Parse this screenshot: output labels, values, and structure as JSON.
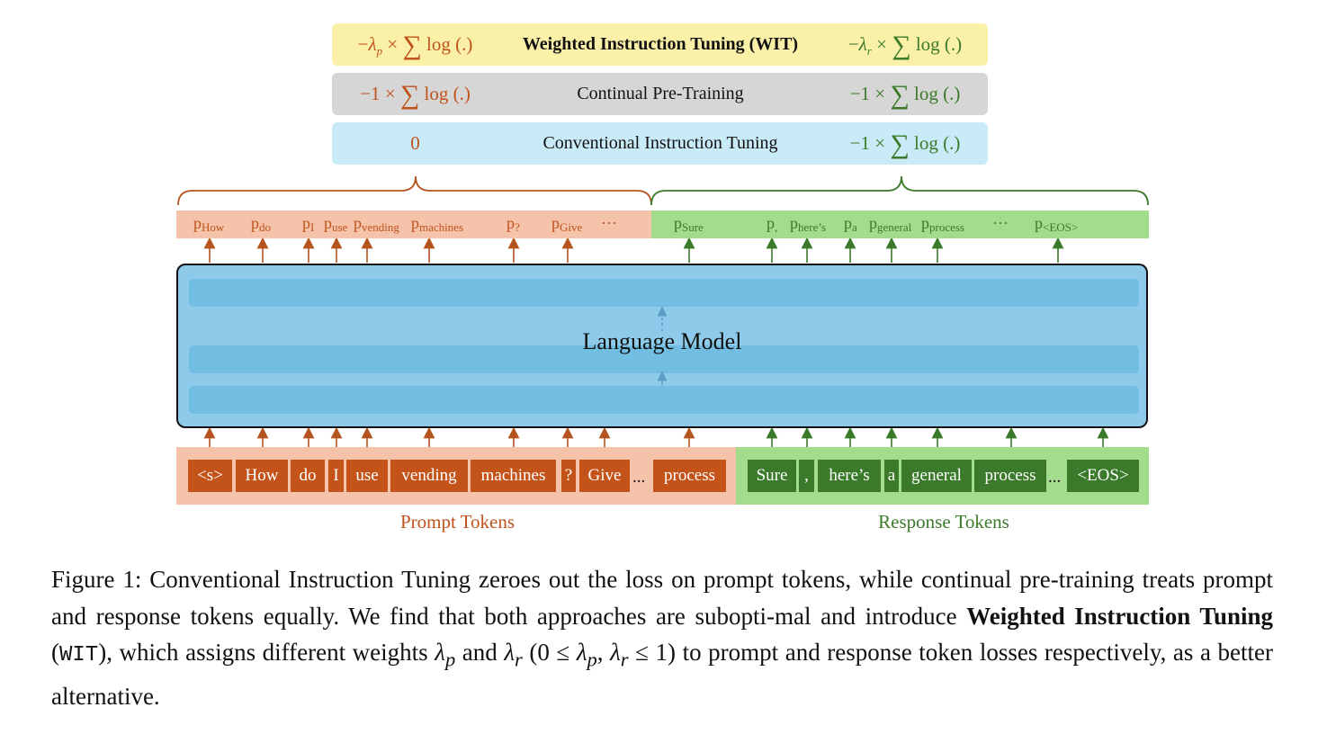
{
  "loss_rows": [
    {
      "name": "Weighted Instruction Tuning (WIT)",
      "bold": true,
      "bg": "#faf0a8",
      "prompt": {
        "pre": "−",
        "lambda": "λ",
        "sub": "p",
        "post": " × ",
        "sum": "∑",
        "tail": " log (.)"
      },
      "response": {
        "pre": "−",
        "lambda": "λ",
        "sub": "r",
        "post": " × ",
        "sum": "∑",
        "tail": " log (.)"
      }
    },
    {
      "name": "Continual Pre-Training",
      "bold": false,
      "bg": "#d6d6d6",
      "prompt": {
        "pre": "−1 × ",
        "lambda": "",
        "sub": "",
        "post": "",
        "sum": "∑",
        "tail": " log (.)"
      },
      "response": {
        "pre": "−1 × ",
        "lambda": "",
        "sub": "",
        "post": "",
        "sum": "∑",
        "tail": " log (.)"
      }
    },
    {
      "name": "Conventional Instruction Tuning",
      "bold": false,
      "bg": "#c9ebf8",
      "prompt": {
        "pre": "0",
        "lambda": "",
        "sub": "",
        "post": "",
        "sum": "",
        "tail": ""
      },
      "response": {
        "pre": "−1 × ",
        "lambda": "",
        "sub": "",
        "post": "",
        "sum": "∑",
        "tail": " log (.)"
      }
    }
  ],
  "prompt_probs": [
    {
      "p": "p",
      "s": "How"
    },
    {
      "p": "p",
      "s": "do"
    },
    {
      "p": "p",
      "s": "I"
    },
    {
      "p": "p",
      "s": "use"
    },
    {
      "p": "p",
      "s": "vending"
    },
    {
      "p": "p",
      "s": "machines"
    },
    {
      "p": "p",
      "s": "?"
    },
    {
      "p": "p",
      "s": "Give"
    },
    {
      "p": "···",
      "s": ""
    }
  ],
  "response_probs": [
    {
      "p": "p",
      "s": "Sure"
    },
    {
      "p": "p",
      "s": ","
    },
    {
      "p": "p",
      "s": "here’s"
    },
    {
      "p": "p",
      "s": "a"
    },
    {
      "p": "p",
      "s": "general"
    },
    {
      "p": "p",
      "s": "process"
    },
    {
      "p": "···",
      "s": ""
    },
    {
      "p": "p",
      "s": "<EOS>"
    }
  ],
  "model_label": "Language Model",
  "prompt_tokens": [
    "<s>",
    "How",
    "do",
    "I",
    "use",
    "vending",
    "machines",
    "?",
    "Give",
    "process"
  ],
  "response_tokens": [
    "Sure",
    ",",
    "here’s",
    "a",
    "general",
    "process",
    "<EOS>"
  ],
  "ellipsis": "...",
  "prompt_label": "Prompt Tokens",
  "response_label": "Response Tokens",
  "colors": {
    "prompt": "#c4531a",
    "prompt_light": "#f5c2aa",
    "response": "#3a7a2a",
    "response_light": "#a4dc8e",
    "model": "#8ecbeb",
    "layer": "#72bde2"
  },
  "caption": {
    "prefix": "Figure 1:  Conventional Instruction Tuning zeroes out the loss on prompt tokens, while continual pre-training treats prompt and response tokens equally.  We find that both approaches are subopti-mal and introduce ",
    "bold": "Weighted Instruction Tuning",
    "mono": "WIT",
    "mid": "), which assigns different weights ",
    "lp": "λ",
    "lp_sub": "p",
    "and": " and ",
    "lr": "λ",
    "lr_sub": "r",
    "range_open": " (0 ≤ ",
    "range_mid": ", ",
    "range_close": " ≤ 1) to prompt and response token losses respectively, as a better alternative."
  }
}
